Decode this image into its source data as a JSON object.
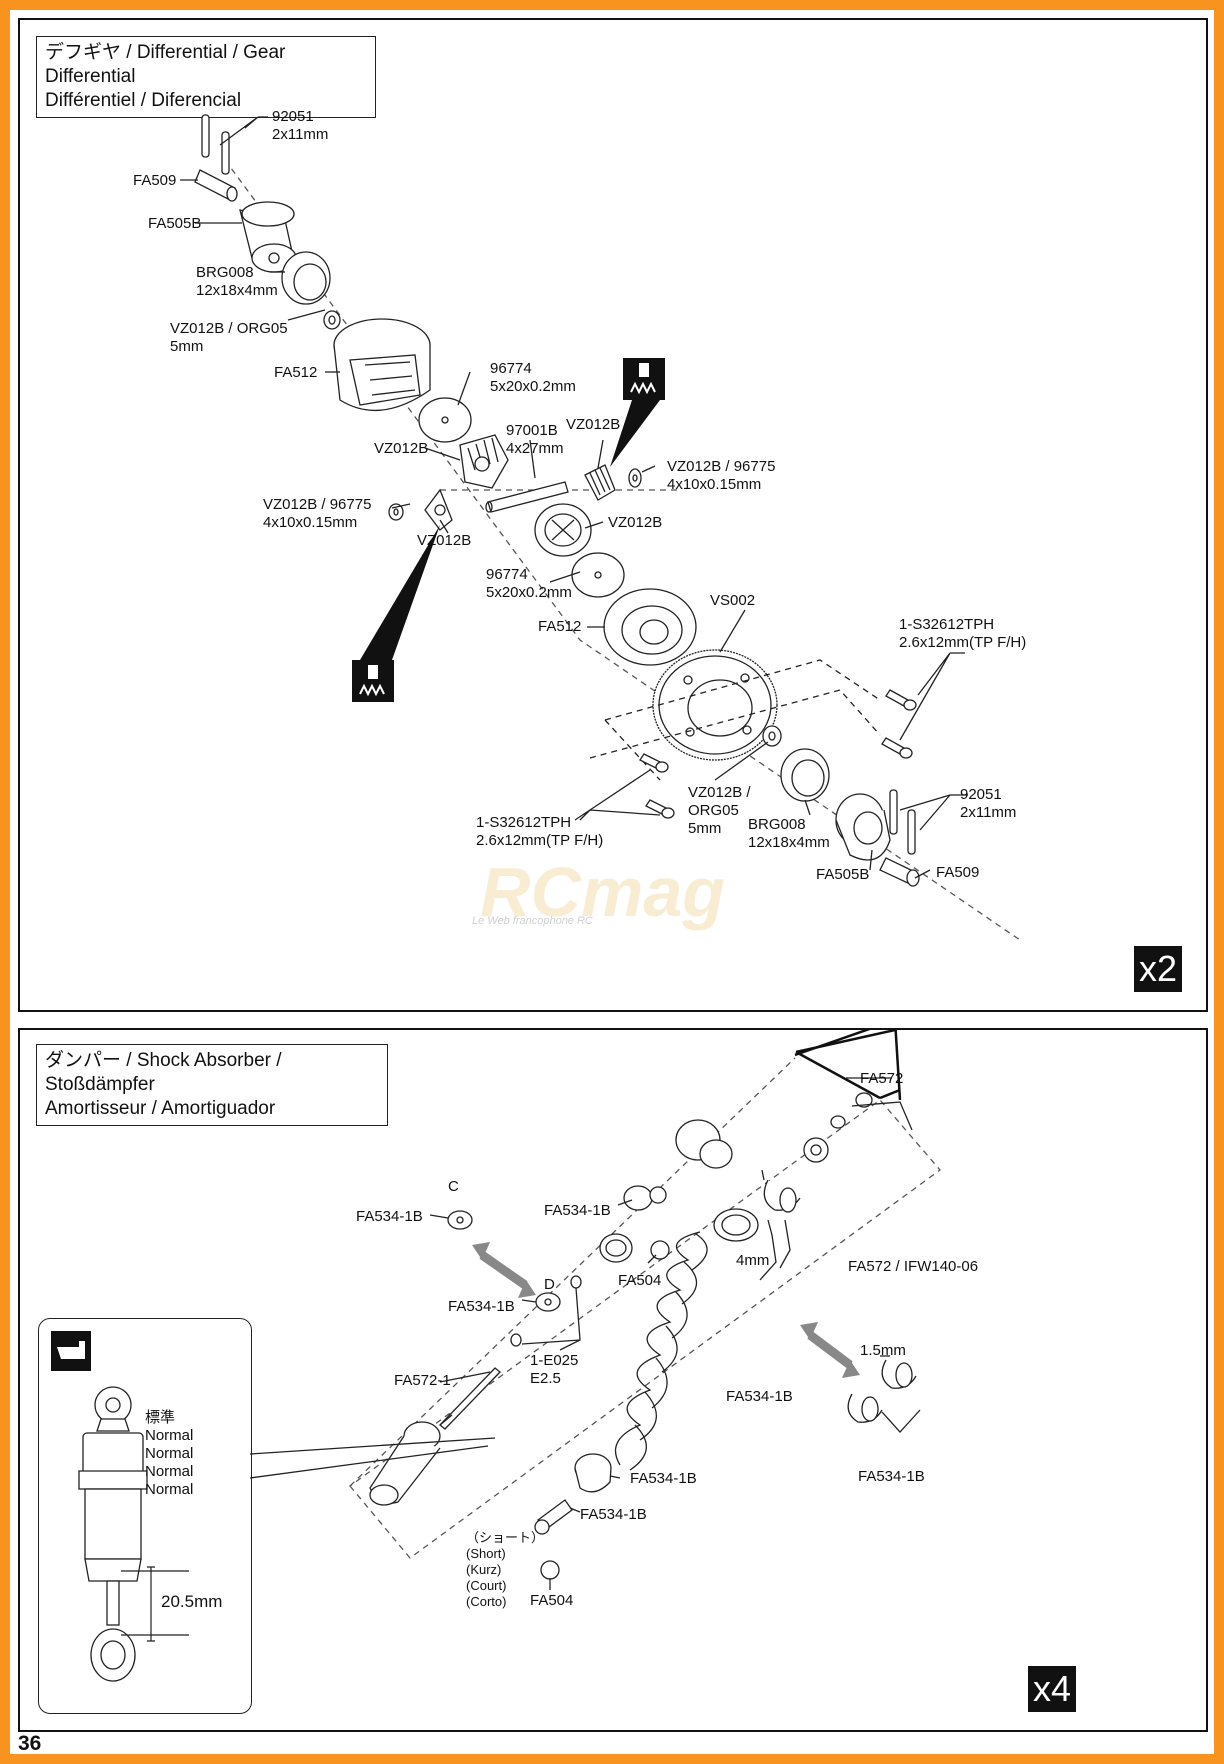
{
  "differential": {
    "title_line1": "デフギヤ / Differential / Gear Differential",
    "title_line2": "Différentiel / Diferencial",
    "multiplier": "x2",
    "parts": {
      "pin_top": {
        "code": "92051",
        "size": "2x11mm"
      },
      "fa509_top": "FA509",
      "fa505b_top": "FA505B",
      "brg_top": {
        "code": "BRG008",
        "size": "12x18x4mm"
      },
      "oring_top": {
        "code": "VZ012B / ORG05",
        "size": "5mm"
      },
      "case_top": "FA512",
      "shim_top": {
        "code": "96774",
        "size": "5x20x0.2mm"
      },
      "shaft": {
        "code": "97001B",
        "size": "4x27mm"
      },
      "gear_left_top": "VZ012B",
      "gear_right_top": "VZ012B",
      "washer_right": {
        "code": "VZ012B / 96775",
        "size": "4x10x0.15mm"
      },
      "washer_left": {
        "code": "VZ012B / 96775",
        "size": "4x10x0.15mm"
      },
      "gear_left_bottom": "VZ012B",
      "gear_center": "VZ012B",
      "shim_bottom": {
        "code": "96774",
        "size": "5x20x0.2mm"
      },
      "case_bottom": "FA512",
      "ring_gear": "VS002",
      "screw_right": {
        "code": "1-S32612TPH",
        "size": "2.6x12mm(TP F/H)"
      },
      "screw_left": {
        "code": "1-S32612TPH",
        "size": "2.6x12mm(TP F/H)"
      },
      "oring_bottom": {
        "code": "VZ012B /",
        "code2": "ORG05",
        "size": "5mm"
      },
      "brg_bottom": {
        "code": "BRG008",
        "size": "12x18x4mm"
      },
      "pin_bottom": {
        "code": "92051",
        "size": "2x11mm"
      },
      "fa505b_bottom": "FA505B",
      "fa509_bottom": "FA509"
    }
  },
  "shock": {
    "title_line1": "ダンパー / Shock Absorber / Stoßdämpfer",
    "title_line2": "Amortisseur / Amortiguador",
    "multiplier": "x4",
    "parts": {
      "fa572": "FA572",
      "fa534_c_letter": "C",
      "fa534_c": "FA534-1B",
      "fa534_cap": "FA534-1B",
      "fa504_top": "FA504",
      "fa534_d_letter": "D",
      "fa534_d": "FA534-1B",
      "clip": {
        "code": "1-E025",
        "size": "E2.5"
      },
      "fa572_1": "FA572-1",
      "washer_top": "FA572 / IFW140-06",
      "nut_size": "4mm",
      "spring_retainer": "FA534-1B",
      "spacer_size": "1.5mm",
      "spacers": "FA534-1B",
      "lower_cap": "FA534-1B",
      "rod_end": "FA534-1B",
      "short_jp": "（ショート）",
      "short_en": "(Short)",
      "short_de": "(Kurz)",
      "short_fr": "(Court)",
      "short_es": "(Corto)",
      "fa504_bottom": "FA504"
    },
    "note": {
      "label_jp": "標準",
      "label_1": "Normal",
      "label_2": "Normal",
      "label_3": "Normal",
      "label_4": "Normal",
      "dimension": "20.5mm"
    }
  },
  "watermark": {
    "brand": "RCmag",
    "tagline": "Le Web francophone RC"
  },
  "page_number": "36",
  "icons": [
    "grease-icon",
    "hand-pointer-icon",
    "double-arrow-icon"
  ]
}
